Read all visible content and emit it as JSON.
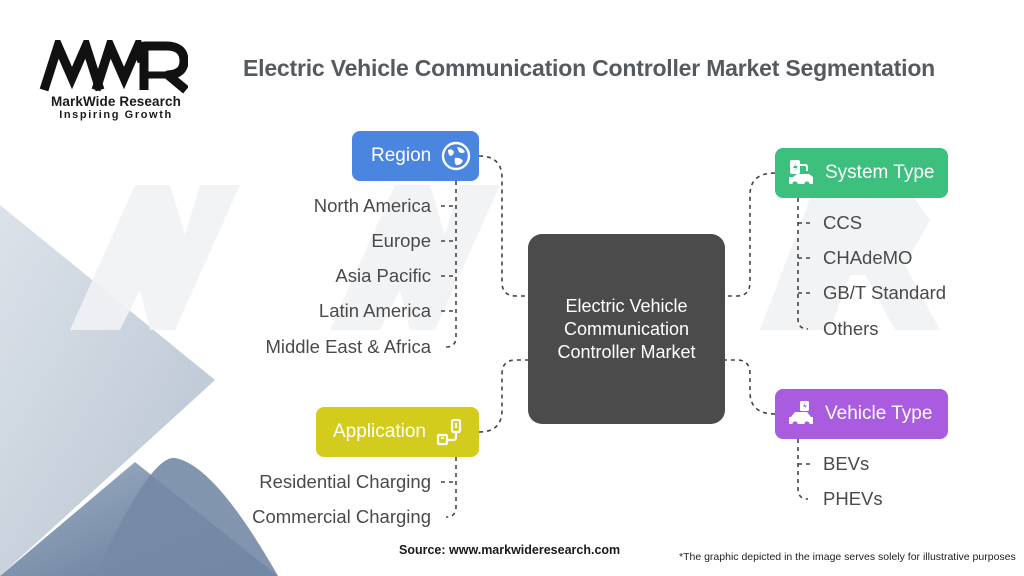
{
  "title": "Electric Vehicle Communication Controller Market Segmentation",
  "logo": {
    "mark": "MWR",
    "name": "MarkWide Research",
    "tagline": "Inspiring Growth"
  },
  "center": {
    "label": "Electric Vehicle Communication Controller Market"
  },
  "colors": {
    "region": "#4a86e0",
    "application": "#d4cc1c",
    "system_type": "#3dbf7d",
    "vehicle_type": "#a95ce0",
    "center": "#4b4b4b"
  },
  "segments": {
    "region": {
      "label": "Region",
      "icon": "globe-icon",
      "items": [
        "North America",
        "Europe",
        "Asia Pacific",
        "Latin America",
        "Middle East & Africa"
      ]
    },
    "application": {
      "label": "Application",
      "icon": "charging-station-icon",
      "items": [
        "Residential Charging",
        "Commercial Charging"
      ]
    },
    "system_type": {
      "label": "System Type",
      "icon": "ev-charger-icon",
      "items": [
        "CCS",
        "CHAdeMO",
        "GB/T Standard",
        "Others"
      ]
    },
    "vehicle_type": {
      "label": "Vehicle Type",
      "icon": "electric-car-icon",
      "items": [
        "BEVs",
        "PHEVs"
      ]
    }
  },
  "footer": {
    "source": "Source: www.markwideresearch.com",
    "disclaimer": "*The graphic depicted in the image serves solely for illustrative purposes"
  }
}
